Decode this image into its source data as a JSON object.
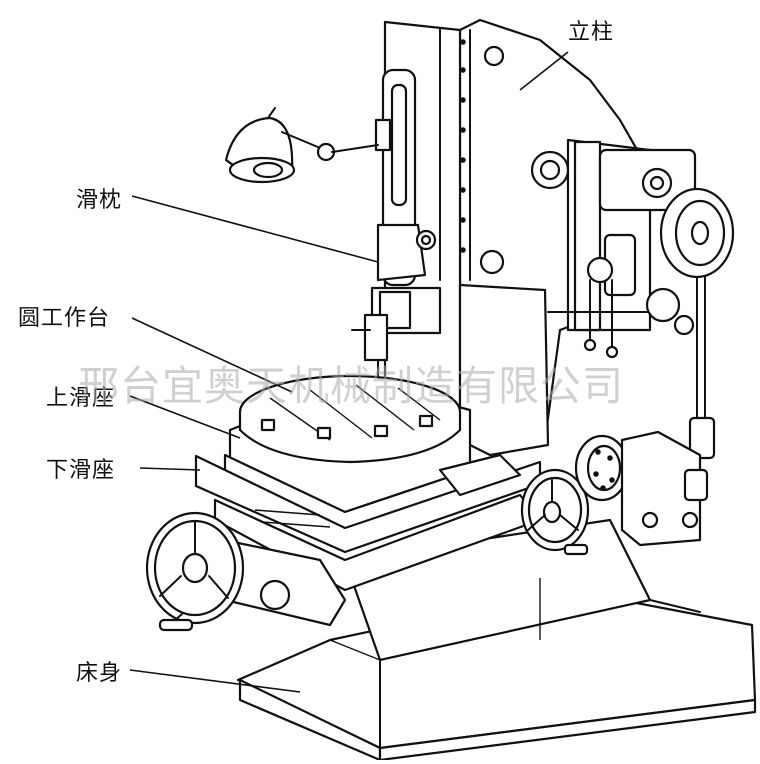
{
  "labels": {
    "column": "立柱",
    "ram": "滑枕",
    "rotary_table": "圆工作台",
    "upper_slide": "上滑座",
    "lower_slide": "下滑座",
    "bed": "床身"
  },
  "watermark": "邢台宜奥天机械制造有限公司",
  "colors": {
    "line": "#111111",
    "background": "#ffffff",
    "watermark": "#aaaaaa"
  }
}
